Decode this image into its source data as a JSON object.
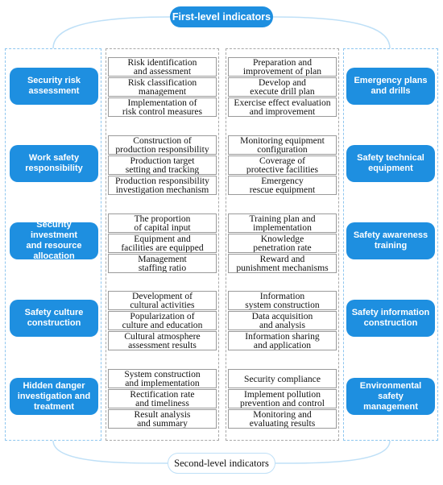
{
  "first_level_title": "First-level indicators",
  "second_level_title": "Second-level indicators",
  "left_groups": [
    {
      "label": "Security risk\nassessment",
      "items": [
        "Risk identification\nand assessment",
        "Risk classification\nmanagement",
        "Implementation of\nrisk control measures"
      ]
    },
    {
      "label": "Work safety\nresponsibility",
      "items": [
        "Construction of\nproduction responsibility",
        "Production target\nsetting and tracking",
        "Production responsibility\ninvestigation mechanism"
      ]
    },
    {
      "label": "Security investment\nand resource\nallocation",
      "items": [
        "The proportion\nof capital input",
        "Equipment and\nfacilities are equipped",
        "Management\nstaffing ratio"
      ]
    },
    {
      "label": "Safety culture\nconstruction",
      "items": [
        "Development of\ncultural activities",
        "Popularization of\nculture and education",
        "Cultural atmosphere\nassessment results"
      ]
    },
    {
      "label": "Hidden danger\ninvestigation and\ntreatment",
      "items": [
        "System construction\nand implementation",
        "Rectification rate\nand timeliness",
        "Result analysis\nand summary"
      ]
    }
  ],
  "right_groups": [
    {
      "label": "Emergency plans\nand drills",
      "items": [
        "Preparation and\nimprovement of plan",
        "Develop and\nexecute drill plan",
        "Exercise effect evaluation\nand improvement"
      ]
    },
    {
      "label": "Safety technical\nequipment",
      "items": [
        "Monitoring equipment\nconfiguration",
        "Coverage of\nprotective facilities",
        "Emergency\nrescue equipment"
      ]
    },
    {
      "label": "Safety awareness\ntraining",
      "items": [
        "Training plan and\nimplementation",
        "Knowledge\npenetration rate",
        "Reward and\npunishment mechanisms"
      ]
    },
    {
      "label": "Safety information\nconstruction",
      "items": [
        "Information\nsystem construction",
        "Data acquisition\nand analysis",
        "Information sharing\nand application"
      ]
    },
    {
      "label": "Environmental\nsafety management",
      "items": [
        "Security compliance",
        "Implement pollution\nprevention and control",
        "Monitoring and\nevaluating results"
      ]
    }
  ],
  "colors": {
    "accent": "#1e8fe0",
    "panel_border_blue": "#8ec6ef",
    "panel_border_grey": "#a8a8a8",
    "box_border": "#9a9a9a",
    "connector": "#bfe0f7"
  }
}
